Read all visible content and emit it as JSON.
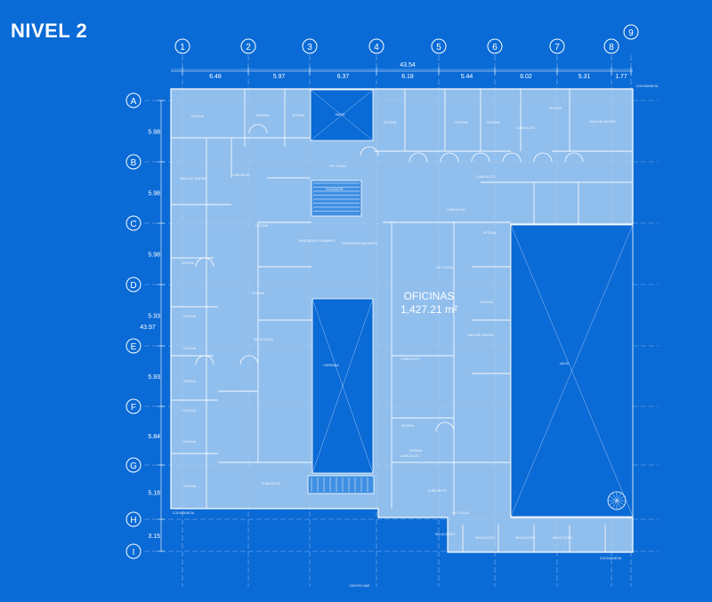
{
  "title": "NIVEL 2",
  "colors": {
    "background": "#0a6ad6",
    "plan_fill": "#b6d6f4",
    "line": "#dbeafb"
  },
  "column_grid": {
    "labels": [
      "1",
      "2",
      "3",
      "4",
      "5",
      "6",
      "7",
      "8",
      "9"
    ],
    "total": "43.54",
    "spans": [
      "6.48",
      "5.97",
      "6.37",
      "6.18",
      "5.44",
      "6.02",
      "5.31",
      "1.77"
    ]
  },
  "row_grid": {
    "labels": [
      "A",
      "B",
      "C",
      "D",
      "E",
      "F",
      "G",
      "H",
      "I"
    ],
    "total": "43.97",
    "spans": [
      "5.98",
      "5.98",
      "5.98",
      "5.93",
      "5.93",
      "5.84",
      "5.18",
      "3.15"
    ]
  },
  "area": {
    "label": "OFICINAS",
    "value": "1,427.21 m²"
  },
  "rooms": [
    {
      "label": "OFICINA"
    },
    {
      "label": "OFICINA"
    },
    {
      "label": "OFICINA"
    },
    {
      "label": "OFICINA"
    },
    {
      "label": "OFICINA"
    },
    {
      "label": "OFICINA"
    },
    {
      "label": "OFICINA"
    },
    {
      "label": "OFICINA"
    },
    {
      "label": "OFICINA"
    },
    {
      "label": "OFICINA"
    },
    {
      "label": "OFICINA"
    },
    {
      "label": "OFICINA"
    },
    {
      "label": "OFICINA"
    },
    {
      "label": "OFICINA"
    },
    {
      "label": "OFICINA"
    },
    {
      "label": "OFICINA"
    },
    {
      "label": "OFICINA"
    },
    {
      "label": "OFICINA"
    },
    {
      "label": "OFICINA"
    },
    {
      "label": "OFICINA"
    },
    {
      "label": "CUBICULOS"
    },
    {
      "label": "CUBICULOS"
    },
    {
      "label": "CUBICULOS"
    },
    {
      "label": "CUBICULOS"
    },
    {
      "label": "CUBICULOS"
    },
    {
      "label": "CUBICULOS"
    },
    {
      "label": "CUBICULOS"
    },
    {
      "label": "CUBICULOS"
    },
    {
      "label": "SALA DE JUNTAS"
    },
    {
      "label": "SALA DE JUNTAS"
    },
    {
      "label": "SALA DE JUNTAS"
    },
    {
      "label": "VACIO"
    },
    {
      "label": "VACIO"
    },
    {
      "label": "SANITARIOS HOMBRES"
    },
    {
      "label": "SANITARIOS MUJERES"
    },
    {
      "label": "SIN ACCESO"
    },
    {
      "label": "SIN ACCESO"
    },
    {
      "label": "SIN ACCESO"
    },
    {
      "label": "SIN ACCESO"
    },
    {
      "label": "SIN ACCESO"
    },
    {
      "label": "NIT. LOCAL"
    },
    {
      "label": "NIT. LOCAL"
    },
    {
      "label": "NIT. LOCAL"
    },
    {
      "label": "ELEVADOR"
    },
    {
      "label": "COLINDANCIA"
    },
    {
      "label": "COLINDANCIA"
    },
    {
      "label": "COLINDANCIA"
    },
    {
      "label": "CERRADA"
    },
    {
      "label": "CENTRO IMIF"
    }
  ]
}
